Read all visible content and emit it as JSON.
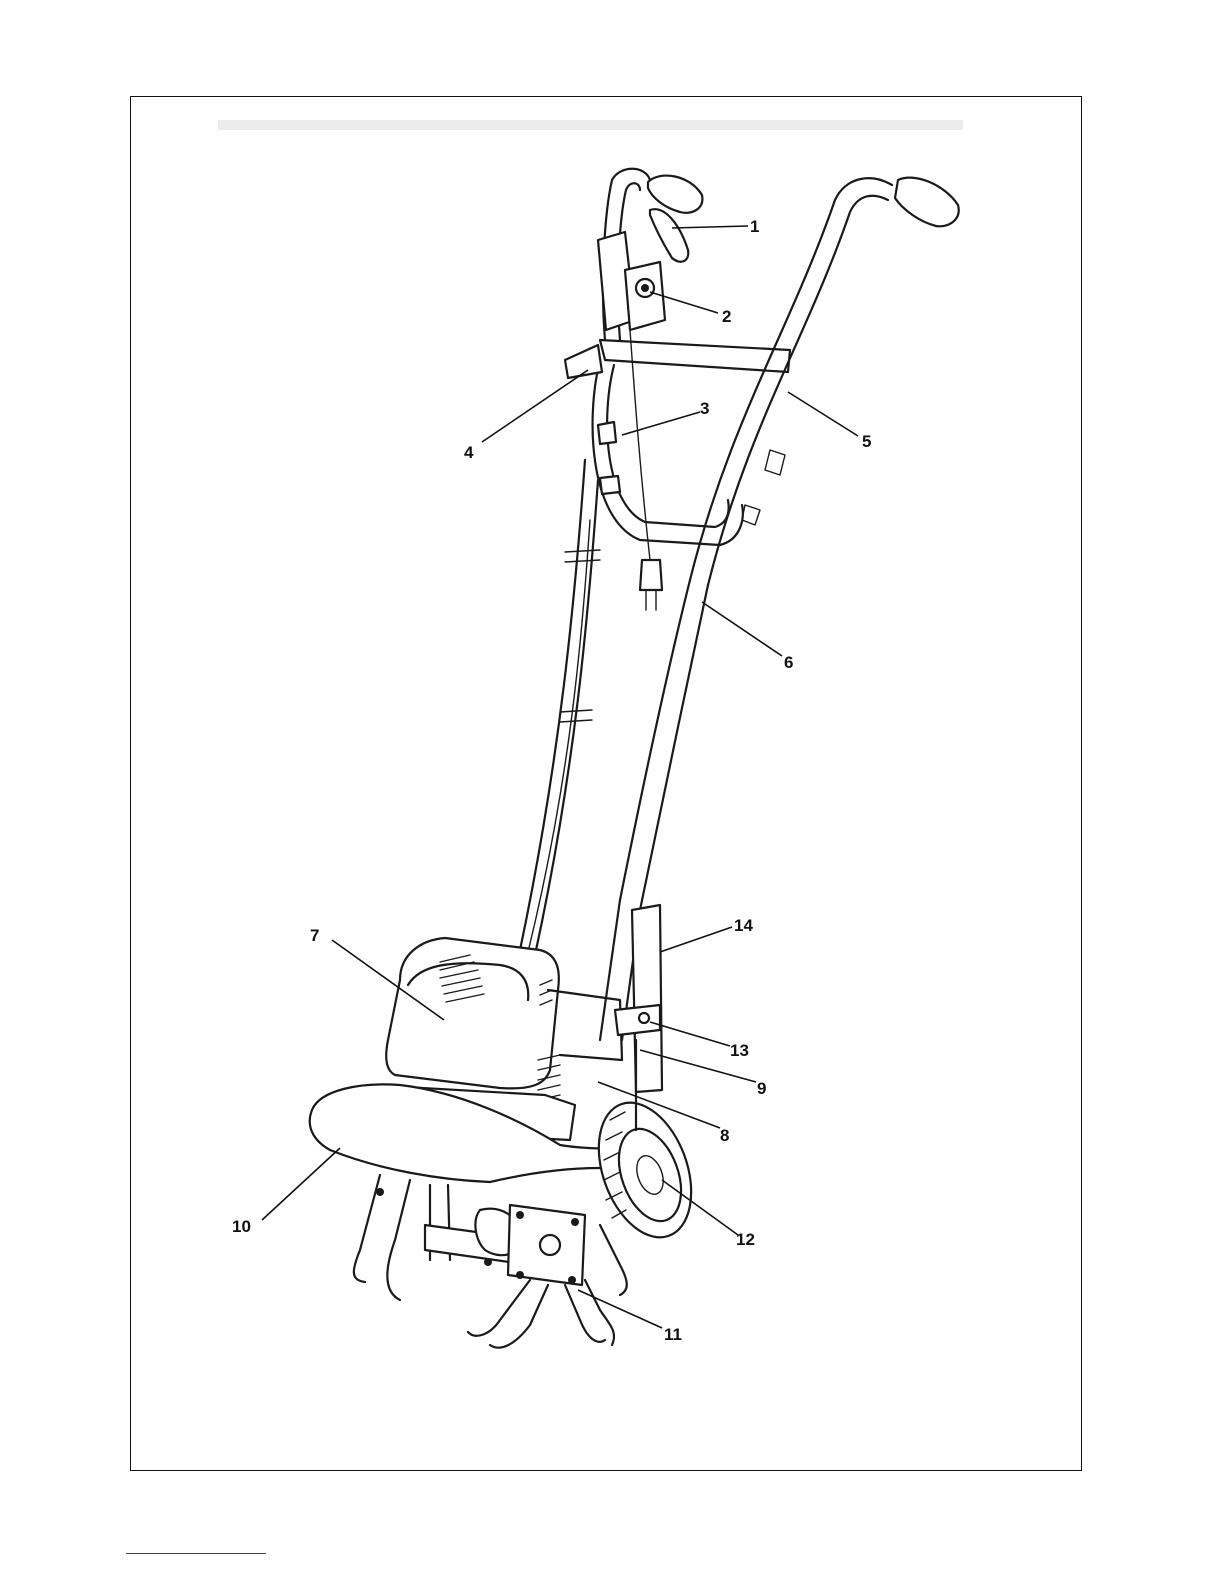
{
  "diagram": {
    "callouts": [
      {
        "id": "1",
        "label": "1"
      },
      {
        "id": "2",
        "label": "2"
      },
      {
        "id": "3",
        "label": "3"
      },
      {
        "id": "4",
        "label": "4"
      },
      {
        "id": "5",
        "label": "5"
      },
      {
        "id": "6",
        "label": "6"
      },
      {
        "id": "7",
        "label": "7"
      },
      {
        "id": "8",
        "label": "8"
      },
      {
        "id": "9",
        "label": "9"
      },
      {
        "id": "10",
        "label": "10"
      },
      {
        "id": "11",
        "label": "11"
      },
      {
        "id": "12",
        "label": "12"
      },
      {
        "id": "13",
        "label": "13"
      },
      {
        "id": "14",
        "label": "14"
      }
    ]
  },
  "colors": {
    "ink": "#1a1a1a",
    "frame": "#111111",
    "link_underline": "#1f3fbf"
  }
}
